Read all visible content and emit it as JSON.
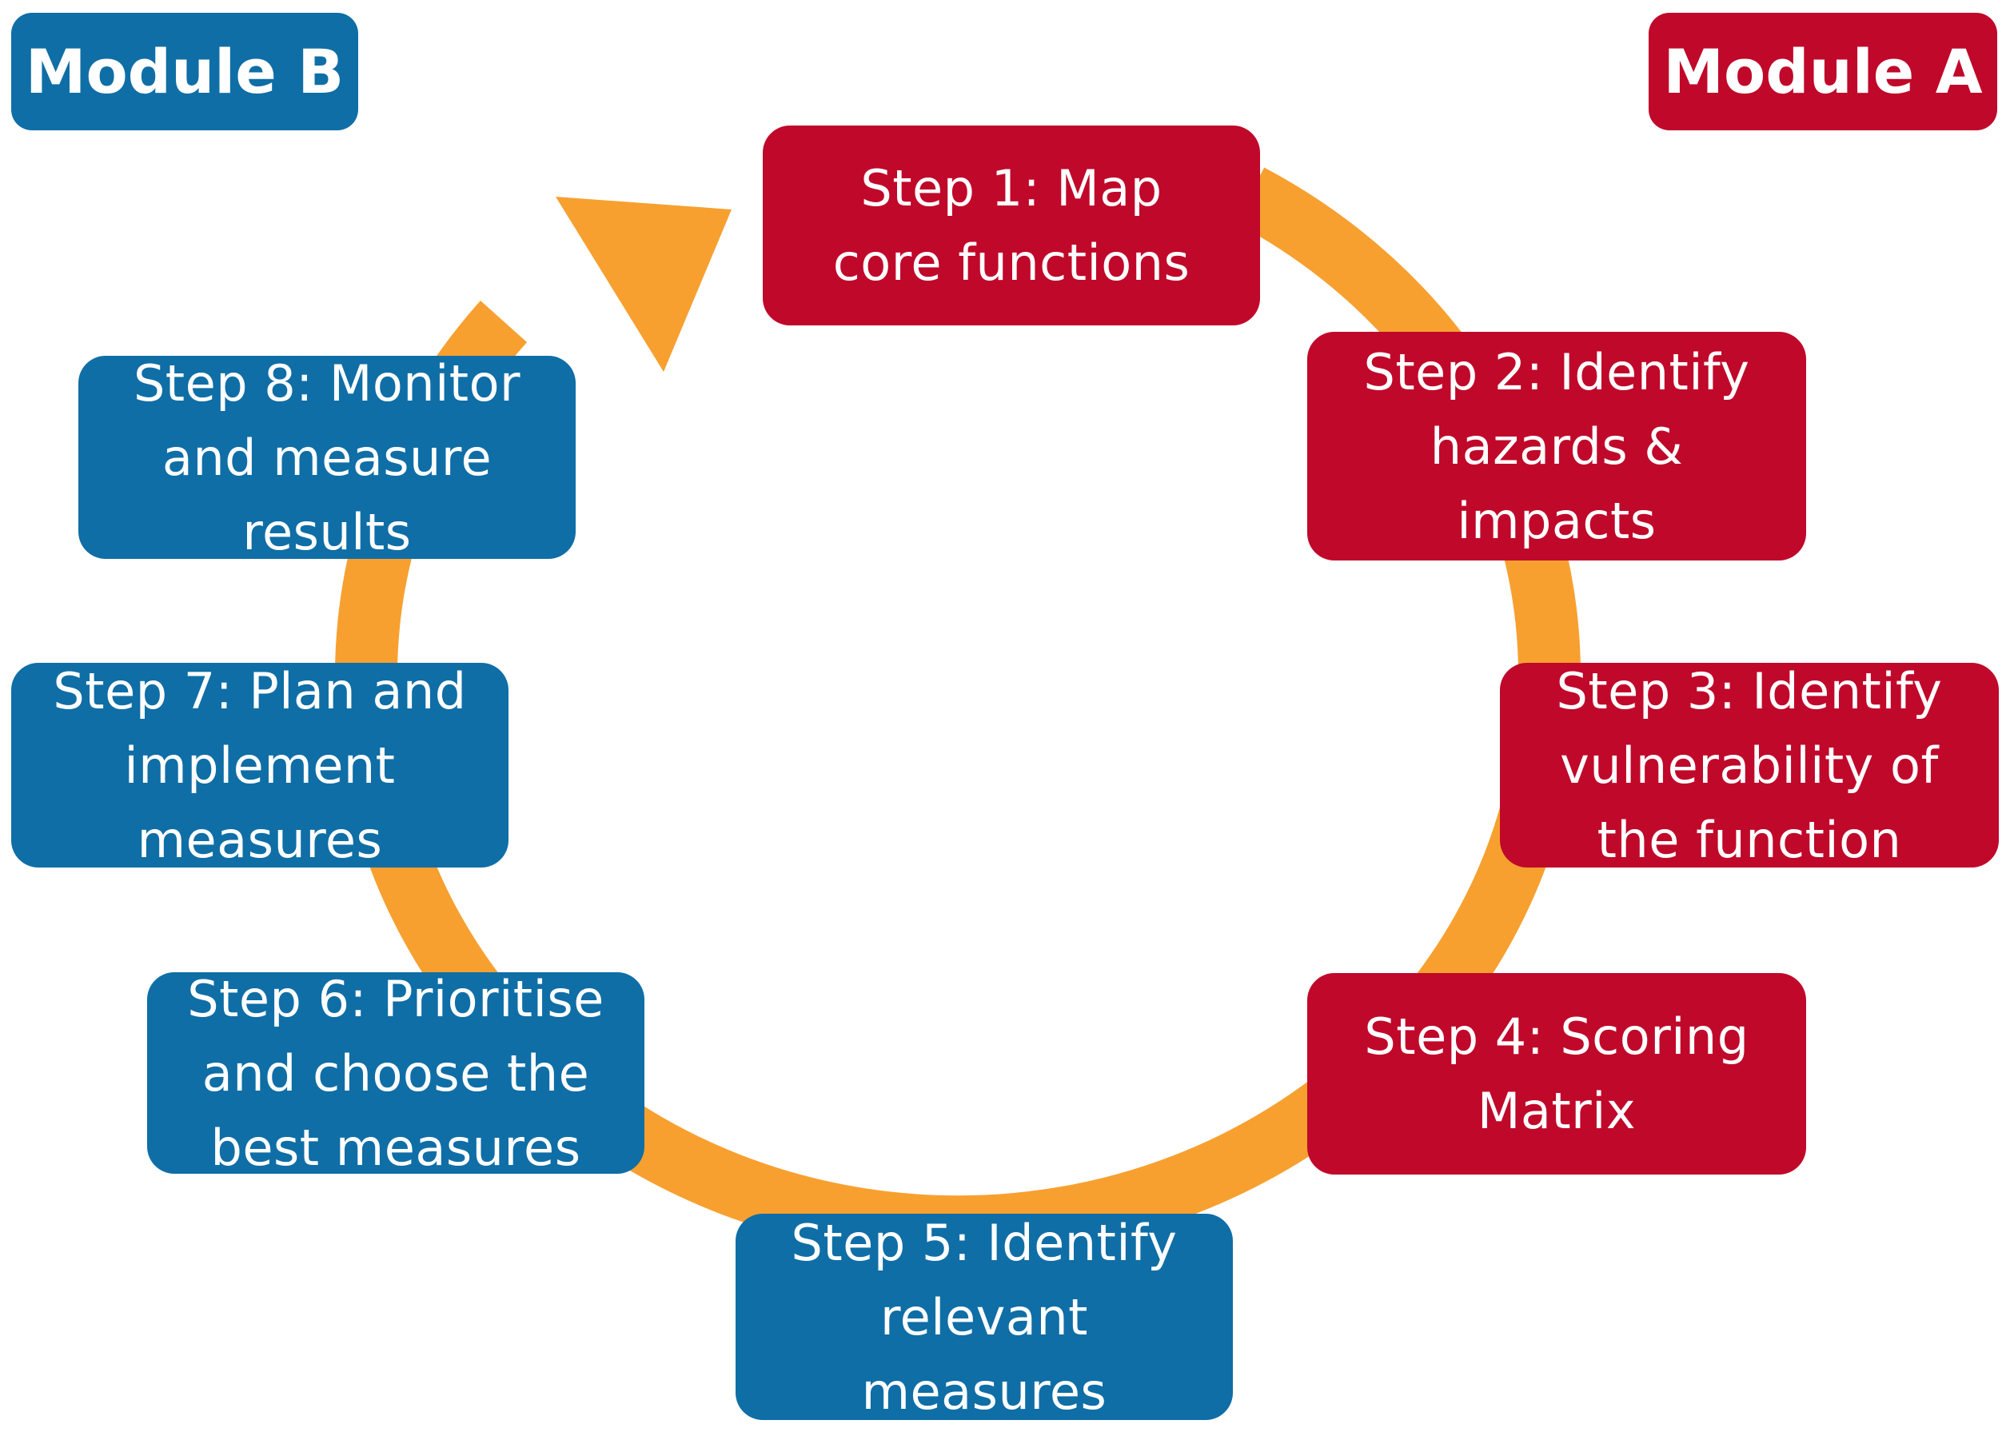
{
  "colors": {
    "module_a": "#c0082a",
    "module_b": "#0f6ea6",
    "cycle_arrow": "#f7a030",
    "text": "#ffffff"
  },
  "modules": {
    "a": "Module A",
    "b": "Module B"
  },
  "steps": [
    {
      "text": "Step 1: Map\ncore functions",
      "module": "A"
    },
    {
      "text": "Step 2: Identify\nhazards &\nimpacts",
      "module": "A"
    },
    {
      "text": "Step 3: Identify\nvulnerability of\nthe function",
      "module": "A"
    },
    {
      "text": "Step 4: Scoring\nMatrix",
      "module": "A"
    },
    {
      "text": "Step 5: Identify\nrelevant\nmeasures",
      "module": "B"
    },
    {
      "text": "Step 6: Prioritise\nand choose the\nbest measures",
      "module": "B"
    },
    {
      "text": "Step 7: Plan and\nimplement\nmeasures",
      "module": "B"
    },
    {
      "text": "Step 8: Monitor\nand measure\nresults",
      "module": "B"
    }
  ]
}
